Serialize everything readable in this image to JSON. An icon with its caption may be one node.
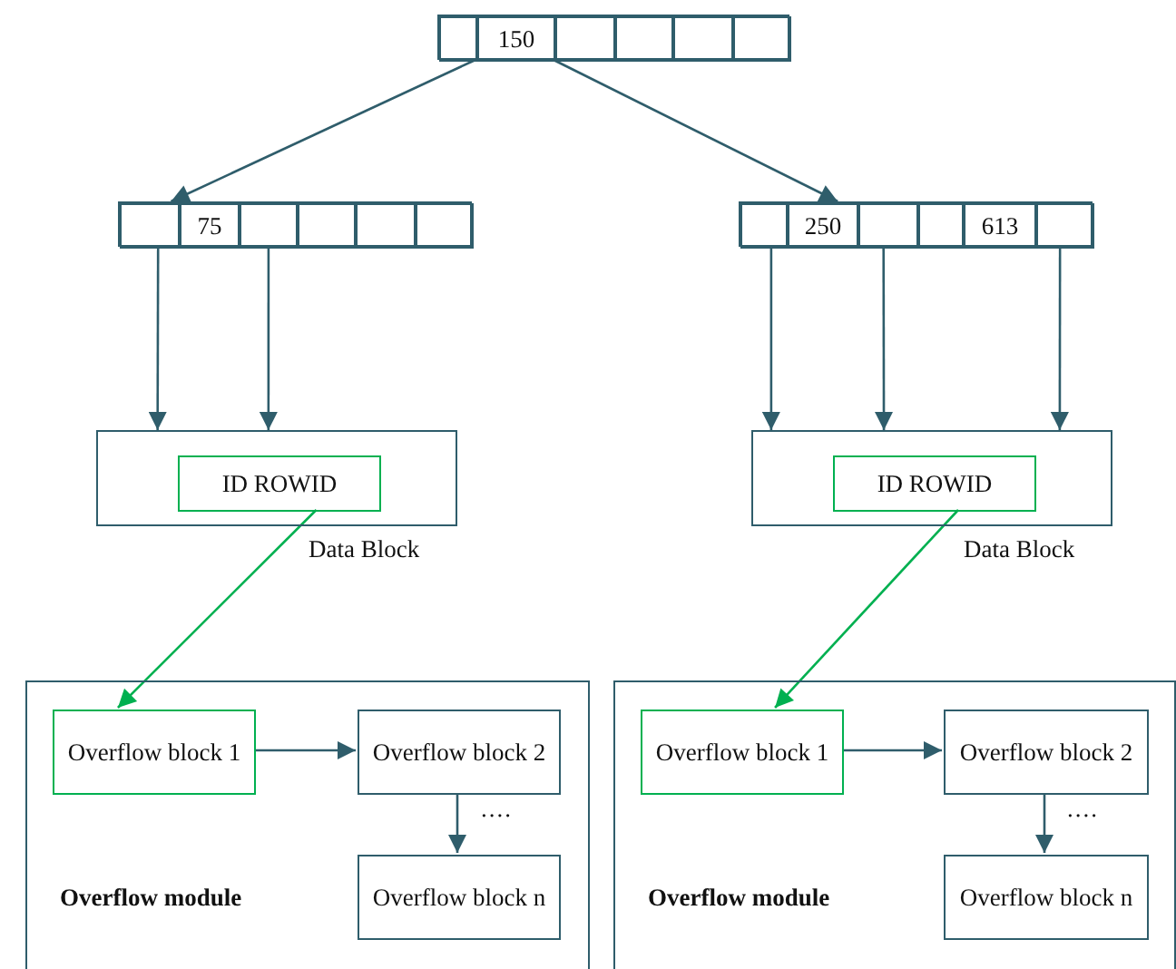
{
  "diagram": {
    "nodes": [
      {
        "text": [],
        "shape": "box"
      },
      {
        "text": [],
        "shape": "box",
        "in": 0
      },
      {
        "text": [
          "150"
        ],
        "in": 0
      },
      {
        "text": [],
        "shape": "box",
        "in": 0
      },
      {
        "text": [],
        "shape": "box",
        "in": 0
      },
      {
        "text": [],
        "shape": "box",
        "in": 0
      },
      {
        "text": [],
        "shape": "box",
        "in": 0
      },
      {
        "text": [],
        "shape": "box"
      },
      {
        "text": [],
        "shape": "box",
        "in": 7
      },
      {
        "text": [
          "75"
        ],
        "in": 7
      },
      {
        "text": [],
        "shape": "box",
        "in": 7
      },
      {
        "text": [],
        "shape": "box",
        "in": 7
      },
      {
        "text": [],
        "shape": "box",
        "in": 7
      },
      {
        "text": [],
        "shape": "box",
        "in": 7
      },
      {
        "text": [],
        "shape": "box"
      },
      {
        "text": [],
        "shape": "box",
        "in": 14
      },
      {
        "text": [
          "250"
        ],
        "in": 14
      },
      {
        "text": [],
        "shape": "box",
        "in": 14
      },
      {
        "text": [],
        "shape": "box",
        "in": 14
      },
      {
        "text": [
          "613"
        ],
        "in": 14
      },
      {
        "text": [],
        "shape": "box",
        "in": 14
      },
      {
        "text": [],
        "shape": "box",
        "beside": [
          "Data Block"
        ]
      },
      {
        "text": [
          "ID ROWID"
        ],
        "in": 21
      },
      {
        "text": [],
        "shape": "box",
        "beside": [
          "Data Block"
        ]
      },
      {
        "text": [
          "ID ROWID"
        ],
        "in": 23
      },
      {
        "text": [
          "Overflow module"
        ]
      },
      {
        "text": [
          "Overflow block 1"
        ],
        "in": 25
      },
      {
        "text": [
          "Overflow block 2"
        ],
        "in": 25
      },
      {
        "text": [
          "Overflow block n"
        ],
        "in": 25
      },
      {
        "text": [
          "Overflow module"
        ]
      },
      {
        "text": [
          "Overflow block 1"
        ],
        "in": 29
      },
      {
        "text": [
          "Overflow block 2"
        ],
        "in": 29
      },
      {
        "text": [
          "Overflow block n"
        ],
        "in": 29
      }
    ],
    "edges": [
      {
        "from": 2,
        "to": 7,
        "arrow": "to"
      },
      {
        "from": 2,
        "to": 14,
        "arrow": "to"
      },
      {
        "from": 8,
        "to": 21,
        "arrow": "to"
      },
      {
        "from": 10,
        "to": 21,
        "arrow": "to"
      },
      {
        "from": 15,
        "to": 23,
        "arrow": "to"
      },
      {
        "from": 17,
        "to": 23,
        "arrow": "to"
      },
      {
        "from": 20,
        "to": 23,
        "arrow": "to"
      },
      {
        "from": 22,
        "to": 26,
        "arrow": "to",
        "color": "#00b050"
      },
      {
        "from": 24,
        "to": 30,
        "arrow": "to",
        "color": "#00b050"
      },
      {
        "from": 26,
        "to": 27,
        "arrow": "to"
      },
      {
        "from": 27,
        "to": 28,
        "arrow": "to"
      },
      {
        "from": 30,
        "to": 31,
        "arrow": "to"
      },
      {
        "from": 31,
        "to": 32,
        "arrow": "to"
      }
    ],
    "labels": [
      "....",
      "...."
    ]
  }
}
